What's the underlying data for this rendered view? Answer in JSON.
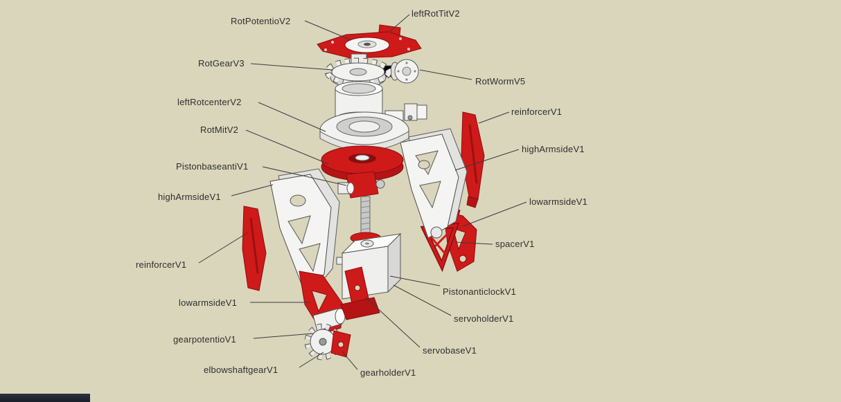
{
  "scene": {
    "description": "Exploded-view CAD assembly of a robotic arm with part annotations",
    "colors": {
      "background": "#d9d6bc",
      "part_red": "#cf1a1a",
      "part_red_dark": "#8a0d0d",
      "part_white": "#f2f2f0",
      "annotation_text": "#2e2e2e",
      "bottom_bar": "#232833"
    }
  },
  "labels": [
    {
      "text": "RotPotentioV2"
    },
    {
      "text": "leftRotTitV2"
    },
    {
      "text": "RotGearV3"
    },
    {
      "text": "RotWormV5"
    },
    {
      "text": "leftRotcenterV2"
    },
    {
      "text": "reinforcerV1"
    },
    {
      "text": "RotMitV2"
    },
    {
      "text": "highArmsideV1"
    },
    {
      "text": "PistonbaseantiV1"
    },
    {
      "text": "highArmsideV1"
    },
    {
      "text": "lowarmsideV1"
    },
    {
      "text": "spacerV1"
    },
    {
      "text": "reinforcerV1"
    },
    {
      "text": "PistonanticlockV1"
    },
    {
      "text": "lowarmsideV1"
    },
    {
      "text": "servoholderV1"
    },
    {
      "text": "gearpotentioV1"
    },
    {
      "text": "servobaseV1"
    },
    {
      "text": "elbowshaftgearV1"
    },
    {
      "text": "gearholderV1"
    }
  ]
}
